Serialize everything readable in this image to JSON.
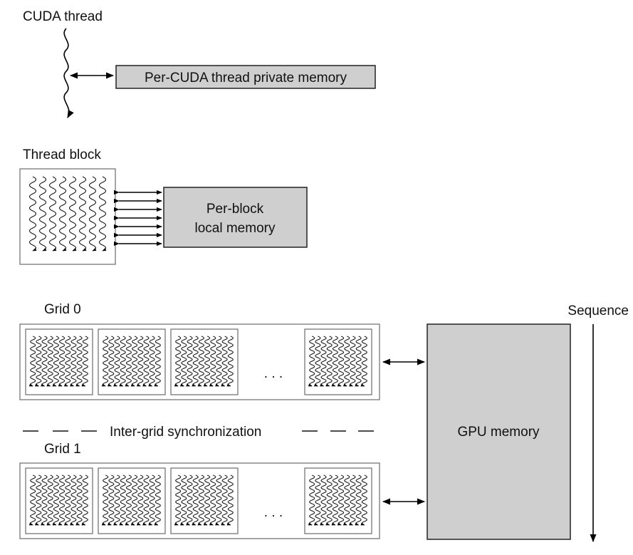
{
  "labels": {
    "cuda_thread": "CUDA thread",
    "private_memory": "Per-CUDA thread private memory",
    "thread_block": "Thread block",
    "block_memory_line1": "Per-block",
    "block_memory_line2": "local memory",
    "grid0": "Grid 0",
    "grid1": "Grid 1",
    "sync": "Inter-grid synchronization",
    "gpu_memory": "GPU memory",
    "sequence": "Sequence",
    "ellipsis": ". . ."
  },
  "colors": {
    "memory_box_fill": "#cfcfcf",
    "line": "#000000"
  }
}
